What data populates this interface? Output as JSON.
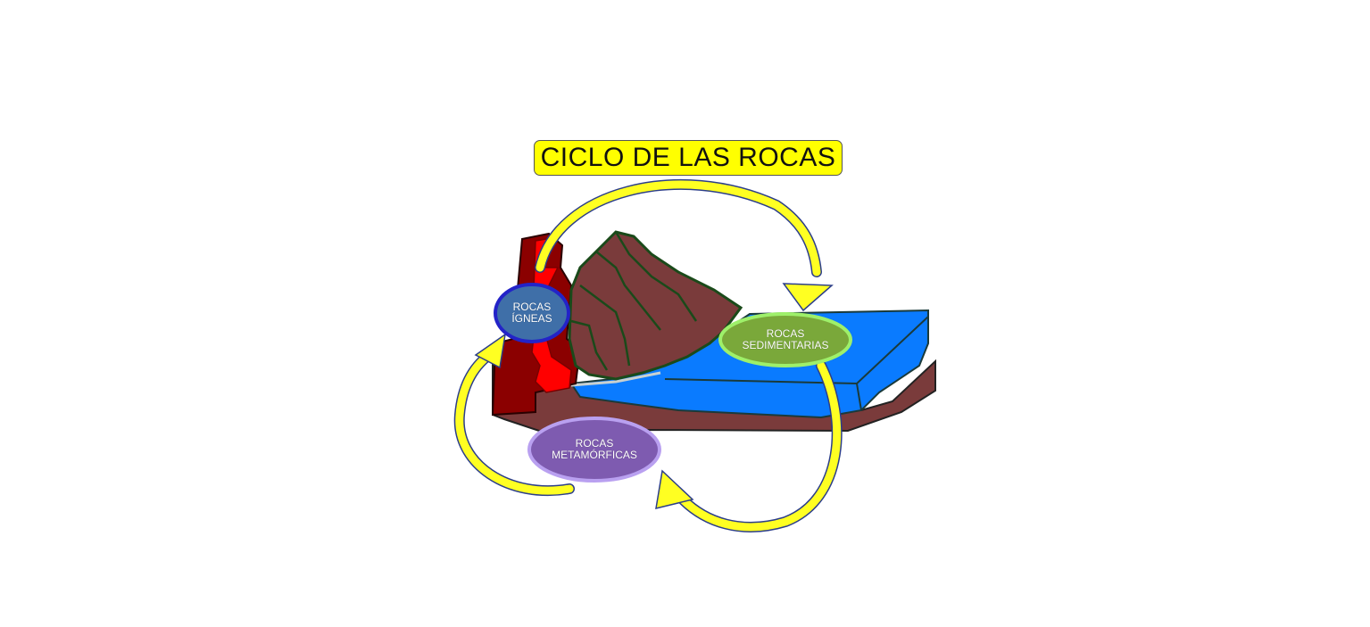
{
  "title": "CICLO DE LAS ROCAS",
  "nodes": {
    "igneas": {
      "line1": "ROCAS",
      "line2": "ÍGNEAS",
      "fill": "#3f6fa8",
      "ring": "#2323c8"
    },
    "sedimentarias": {
      "line1": "ROCAS",
      "line2": "SEDIMENTARIAS",
      "fill": "#7aa83a",
      "ring": "#9ef06a"
    },
    "metamorficas": {
      "line1": "ROCAS",
      "line2": "METAMÓRFICAS",
      "fill": "#7e5bb0",
      "ring": "#b9a0f0"
    }
  },
  "colors": {
    "title_bg": "#ffff00",
    "arrow": "#ffff22",
    "water": "#0a7bff",
    "mountain": "#7a3b3b",
    "lava": "#ff0000",
    "dark_rock": "#8b0000",
    "outline": "#1a4a1a"
  }
}
